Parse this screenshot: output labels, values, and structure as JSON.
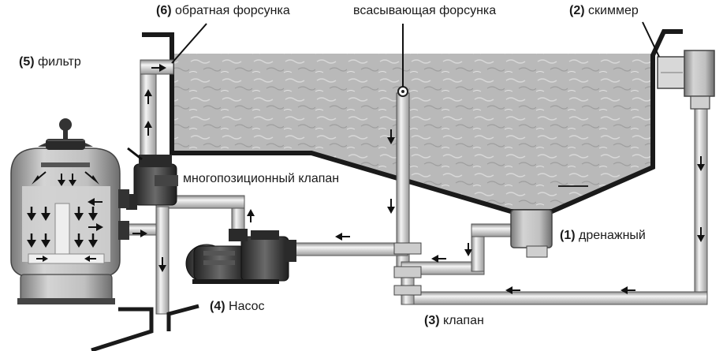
{
  "labels": {
    "return_jet": {
      "num": "(6)",
      "text": " обратная форсунка"
    },
    "suction_jet": {
      "text": "всасывающая форсунка"
    },
    "skimmer": {
      "num": "(2)",
      "text": " скиммер"
    },
    "filter": {
      "num": "(5)",
      "text": " фильтр"
    },
    "multiport_valve": {
      "text": "многопозиционный клапан"
    },
    "drain": {
      "num": "(1)",
      "text": " дренажный"
    },
    "pump": {
      "num": "(4)",
      "text": " Насос"
    },
    "valve": {
      "num": "(3)",
      "text": " клапан"
    }
  },
  "colors": {
    "water": "#b9b9b9",
    "pipe": "#e6e6e6",
    "pipe_edge": "#444444",
    "wall": "#1a1a1a",
    "equipment": "#3a3a3a"
  }
}
